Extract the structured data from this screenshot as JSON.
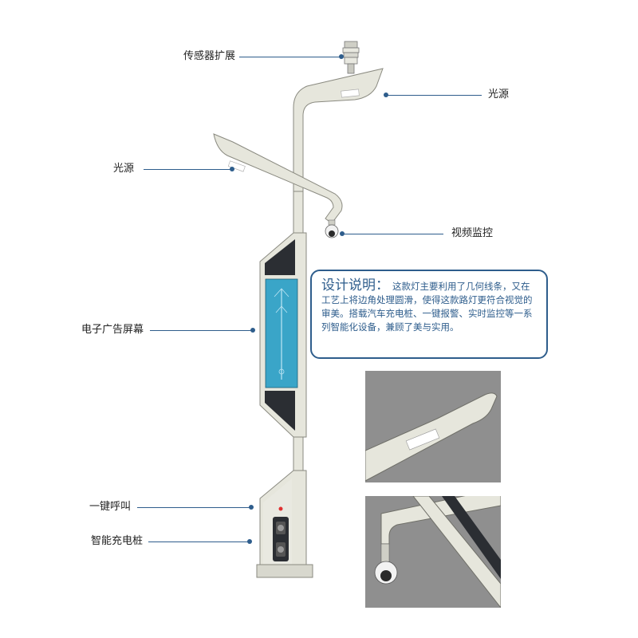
{
  "labels": {
    "sensor": "传感器扩展",
    "light_right": "光源",
    "light_left": "光源",
    "video": "视频监控",
    "ad_screen": "电子广告屏幕",
    "call": "一键呼叫",
    "charging": "智能充电桩"
  },
  "description": {
    "title": "设计说明：",
    "body": "这款灯主要利用了几何线条，又在工艺上将边角处理圆滑，使得这款路灯更符合视觉的审美。搭载汽车充电桩、一键报警、实时监控等一系列智能化设备，兼顾了美与实用。"
  },
  "colors": {
    "accent": "#2e5d8c",
    "pole": "#e6e6dc",
    "pole_edge": "#8a8a80",
    "panel": "#2b2e33",
    "screen": "#3aa5c8",
    "detail_bg": "#8f8f8f"
  },
  "icons": [
    "sensor-icon",
    "camera-icon",
    "call-button-icon"
  ]
}
